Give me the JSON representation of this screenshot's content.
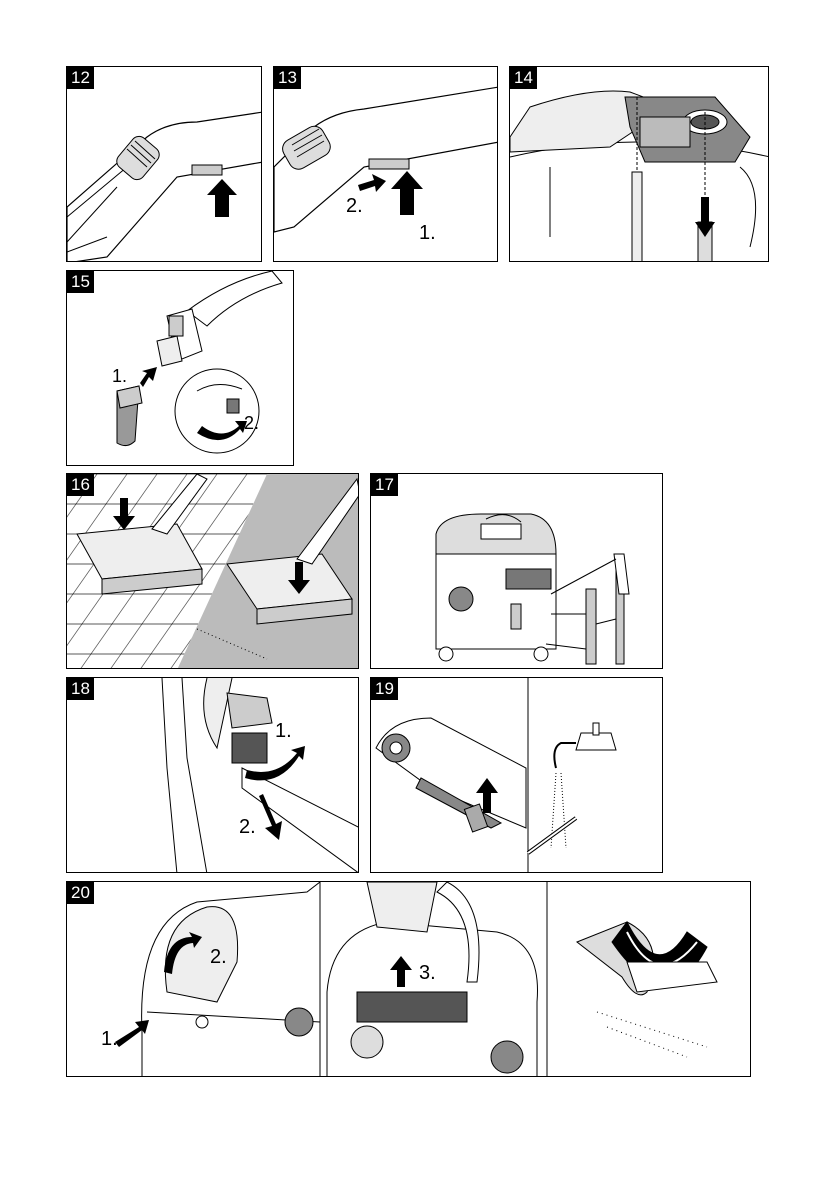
{
  "figures": [
    {
      "id": "12",
      "labels": []
    },
    {
      "id": "13",
      "labels": [
        "2.",
        "1."
      ]
    },
    {
      "id": "14",
      "labels": []
    },
    {
      "id": "15",
      "labels": [
        "1.",
        "2."
      ]
    },
    {
      "id": "16",
      "labels": []
    },
    {
      "id": "17",
      "labels": []
    },
    {
      "id": "18",
      "labels": [
        "1.",
        "2."
      ]
    },
    {
      "id": "19",
      "labels": []
    },
    {
      "id": "20",
      "labels": [
        "2.",
        "1.",
        "3."
      ]
    }
  ]
}
